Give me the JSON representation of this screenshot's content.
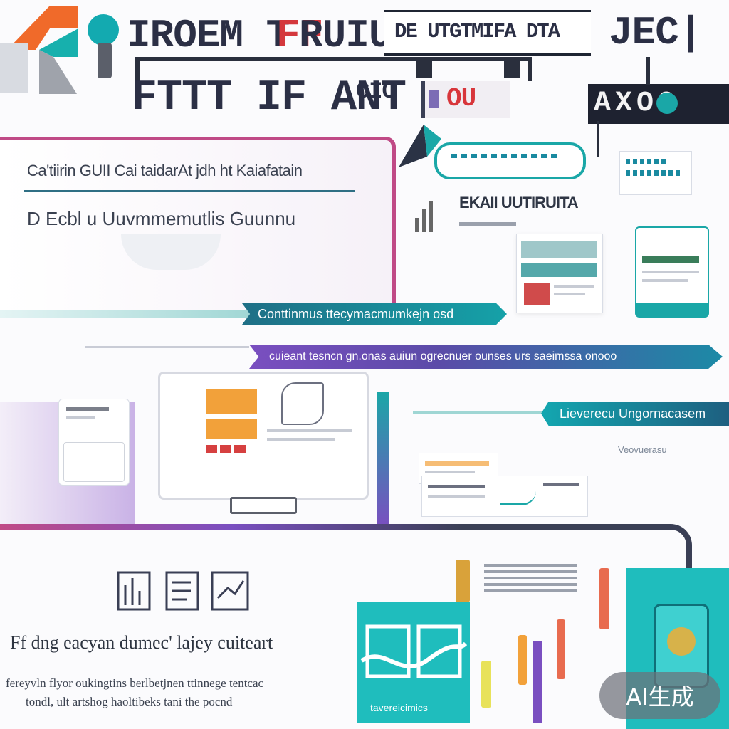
{
  "header": {
    "title_left": "IROEM T",
    "title_red": "FF",
    "title_mid": "RUIUC",
    "title_box": "DE UTGTMIFA DTA",
    "title_right": "JEC|",
    "subtitle": "FTTT IF ANT",
    "subtitle_small": "CIC",
    "subtitle_red": "OU",
    "right_strip": "AXOO"
  },
  "left_panel": {
    "line1": "Ca'tiirin GUII Cai taidarAt jdh ht Kaiafatain",
    "line2": "D Ecbl  u  Uuvmmemutlis  Guunnu"
  },
  "top_right": {
    "label": "EKAII  UUTIRUITA"
  },
  "ribbons": {
    "ribbon1": "Conttinmus ttecymacmumkejn osd",
    "ribbon2": "cuieant tesncn gn.onas auiun  ogrecnuer ounses urs saeimssa onooo",
    "ribbon3": "Lieverecu Ungornacasem",
    "ribbon3_sub": "Veovuerasu"
  },
  "bottom": {
    "heading": "Ff dng eacyan dumec' lajey cuiteart",
    "para1": "fereyvln flyor oukingtins berlbetjnen ttinnege tentcac",
    "para2": "tondl, ult artshog haoltibeks tani the pocnd",
    "teal_card_label": "tavereicimics",
    "badge": "AI生成"
  },
  "colors": {
    "teal": "#1aa7a7",
    "purple": "#7a4fc0",
    "magenta": "#c04a86",
    "orange": "#f2a13a",
    "red": "#d64040",
    "navy": "#1d3e66"
  }
}
